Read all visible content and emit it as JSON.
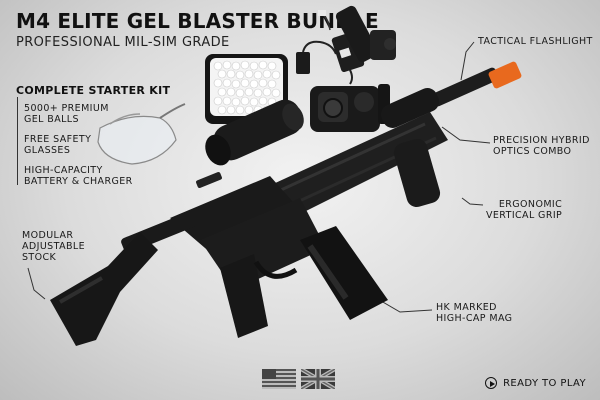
{
  "header": {
    "title": "M4 ELITE GEL BLASTER BUNDLE",
    "subtitle": "PROFESSIONAL MIL-SIM GRADE"
  },
  "kit": {
    "title": "COMPLETE STARTER KIT",
    "items": [
      "5000+ PREMIUM\nGEL BALLS",
      "FREE SAFETY\nGLASSES",
      "HIGH-CAPACITY\nBATTERY & CHARGER"
    ]
  },
  "callouts": {
    "flashlight": "TACTICAL FLASHLIGHT",
    "optics": "PRECISION HYBRID\nOPTICS COMBO",
    "grip": "ERGONOMIC\nVERTICAL GRIP",
    "stock": "MODULAR\nADJUSTABLE\nSTOCK",
    "mag": "HK MARKED\nHIGH-CAP MAG"
  },
  "footer": {
    "ready": "READY TO PLAY",
    "flags": [
      "us-flag-icon",
      "uk-flag-icon"
    ]
  },
  "colors": {
    "muzzle": "#e8691e",
    "body": "#1c1c1c",
    "background": "#dcdcdc"
  }
}
